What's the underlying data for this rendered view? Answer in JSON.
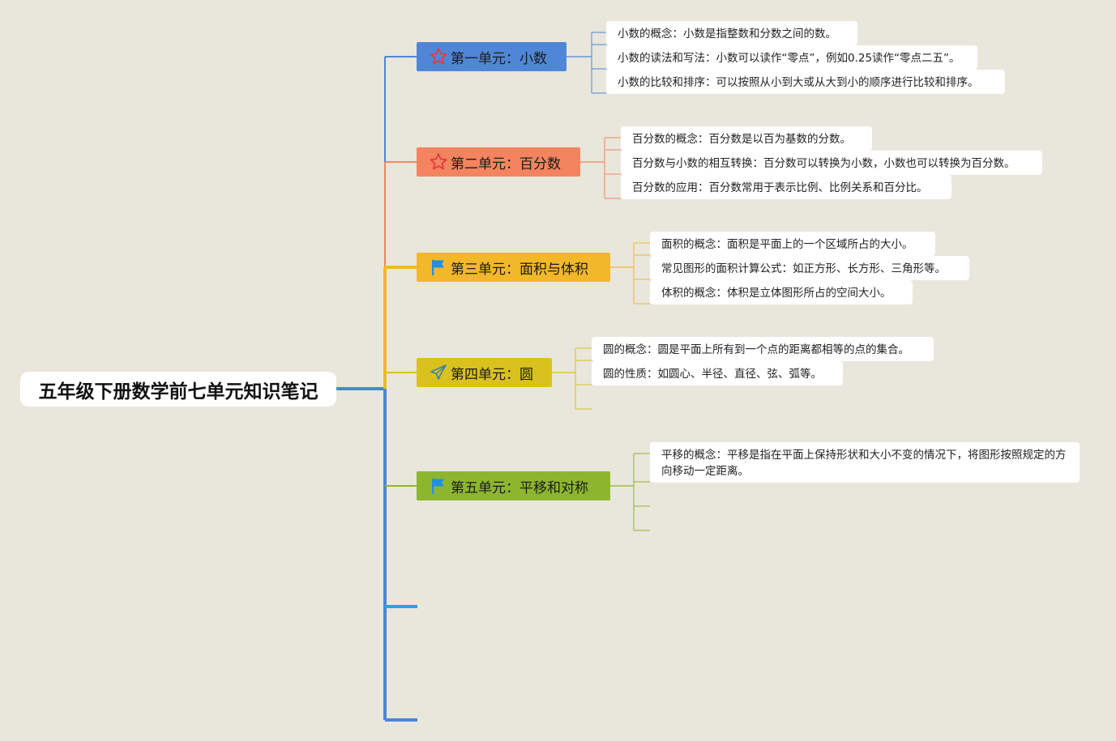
{
  "root": {
    "title": "五年级下册数学前七单元知识笔记"
  },
  "units": [
    {
      "label": "第一单元：小数",
      "color": "#4f87d6",
      "icon": "star-icon",
      "leaves": [
        "小数的概念：小数是指整数和分数之间的数。",
        "小数的读法和写法：小数可以读作“零点”，例如0.25读作“零点二五”。",
        "小数的比较和排序：可以按照从小到大或从大到小的顺序进行比较和排序。"
      ]
    },
    {
      "label": "第二单元：百分数",
      "color": "#f4845f",
      "icon": "star-icon",
      "leaves": [
        "百分数的概念：百分数是以百为基数的分数。",
        "百分数与小数的相互转换：百分数可以转换为小数，小数也可以转换为百分数。",
        "百分数的应用：百分数常用于表示比例、比例关系和百分比。"
      ]
    },
    {
      "label": "第三单元：面积与体积",
      "color": "#f3b72a",
      "icon": "flag-icon",
      "leaves": [
        "面积的概念：面积是平面上的一个区域所占的大小。",
        "常见图形的面积计算公式：如正方形、长方形、三角形等。",
        "体积的概念：体积是立体图形所占的空间大小。"
      ]
    },
    {
      "label": "第四单元：圆",
      "color": "#d9c21e",
      "icon": "paper-plane-icon",
      "leaves": [
        "圆的概念：圆是平面上所有到一个点的距离都相等的点的集合。",
        "圆的性质：如圆心、半径、直径、弦、弧等。"
      ]
    },
    {
      "label": "第五单元：平移和对称",
      "color": "#8db62e",
      "icon": "flag-icon",
      "leaves": [
        "平移的概念：平移是指在平面上保持形状和大小不变的情况下，将图形按照规定的方向移动一定距离。"
      ]
    }
  ],
  "colors": {
    "trunk": "#4a86d8",
    "stub6": "#2ea1dd",
    "stub7": "#4a86d8",
    "star_icon": "#e23b3b",
    "flag_icon": "#1f8fe0",
    "plane_icon": "#3c7fa9"
  }
}
